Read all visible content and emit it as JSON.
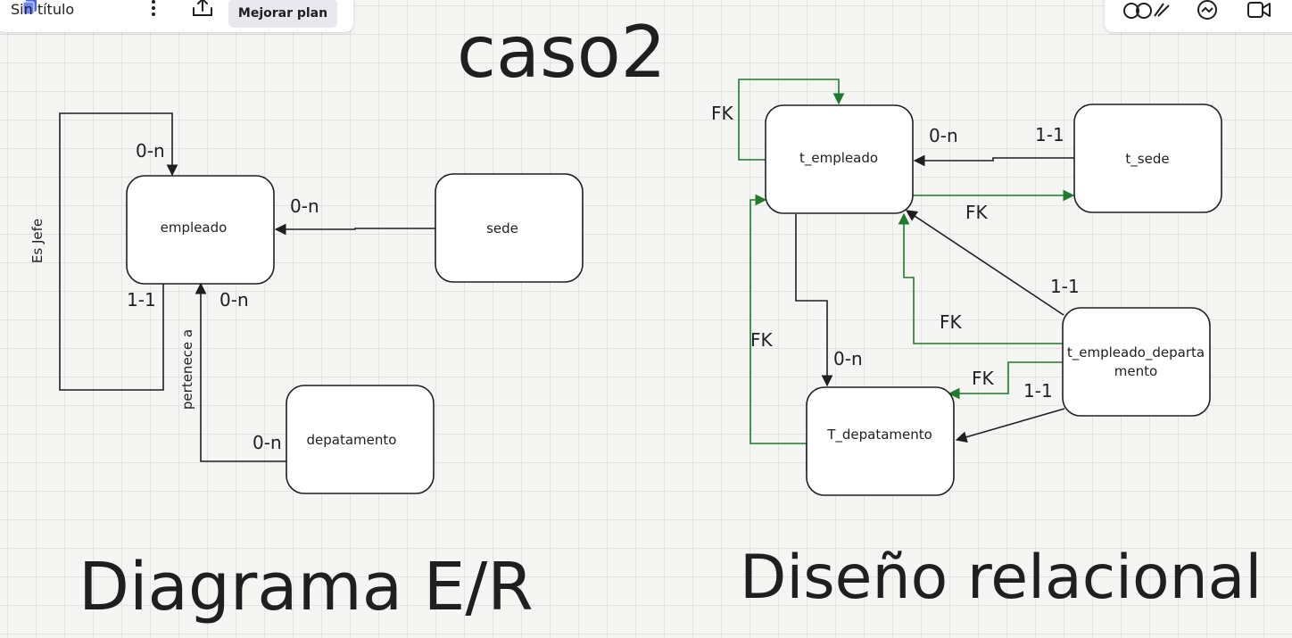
{
  "toolbar": {
    "board_title": "Sin título",
    "upgrade_label": "Mejorar plan"
  },
  "board": {
    "title": "caso2",
    "er_caption": "Diagrama E/R",
    "relational_caption": "Diseño relacional"
  },
  "er_diagram": {
    "entities": {
      "empleado": "empleado",
      "sede": "sede",
      "depatamento": "depatamento"
    },
    "relations": {
      "es_jefe": "Es Jefe",
      "pertenece_a": "pertenece a"
    },
    "cardinalities": {
      "self_top": "0-n",
      "self_bottom": "1-1",
      "sede": "0-n",
      "dep_emp": "0-n",
      "dep_dep": "0-n"
    }
  },
  "relational": {
    "tables": {
      "t_empleado": "t_empleado",
      "t_sede": "t_sede",
      "t_depatamento": "T_depatamento",
      "t_empleado_departamento_line1": "t_empleado_departa",
      "t_empleado_departamento_line2": "mento"
    },
    "labels": {
      "fk_self": "FK",
      "zero_n_sede": "0-n",
      "one_one_sede": "1-1",
      "fk_sede": "FK",
      "one_one_emp": "1-1",
      "fk_emp": "FK",
      "fk_dep_left": "FK",
      "zero_n_dep": "0-n",
      "fk_dep": "FK",
      "one_one_dep": "1-1"
    },
    "colors": {
      "black_line": "#1f1f1f",
      "fk_line": "#1f7a2e"
    }
  }
}
